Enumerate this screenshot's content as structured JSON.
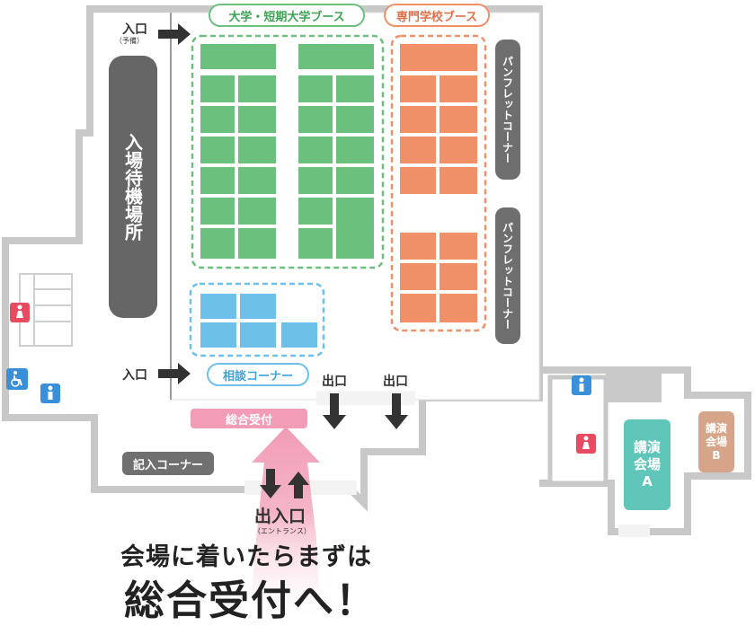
{
  "booths": {
    "university_label": "大学・短期大学ブース",
    "vocational_label": "専門学校ブース",
    "colors": {
      "university": "#6cc07e",
      "vocational": "#ef9068",
      "consult": "#6cc0ea"
    }
  },
  "pamphlet_corner": {
    "label": "パンフレットコーナー"
  },
  "waiting_area": {
    "label": "入場待機場所"
  },
  "consultation_corner": {
    "label": "相談コーナー"
  },
  "reception": {
    "label": "総合受付"
  },
  "writing_corner": {
    "label": "記入コーナー"
  },
  "entrances": {
    "top_label": "入口",
    "top_note": "（予備）",
    "left_label": "入口",
    "exit1_label": "出口",
    "exit2_label": "出口",
    "main_label": "出入口",
    "main_note": "（エントランス）"
  },
  "halls": {
    "a": {
      "line1": "講演",
      "line2": "会場",
      "line3": "A"
    },
    "b": {
      "line1": "講演",
      "line2": "会場",
      "line3": "B"
    }
  },
  "message": {
    "line1": "会場に着いたらまずは",
    "line2": "総合受付へ！"
  },
  "icons": {
    "restroom": "restroom-icon",
    "accessible": "wheelchair-icon",
    "male": "male-toilet-icon",
    "female": "female-toilet-icon"
  }
}
